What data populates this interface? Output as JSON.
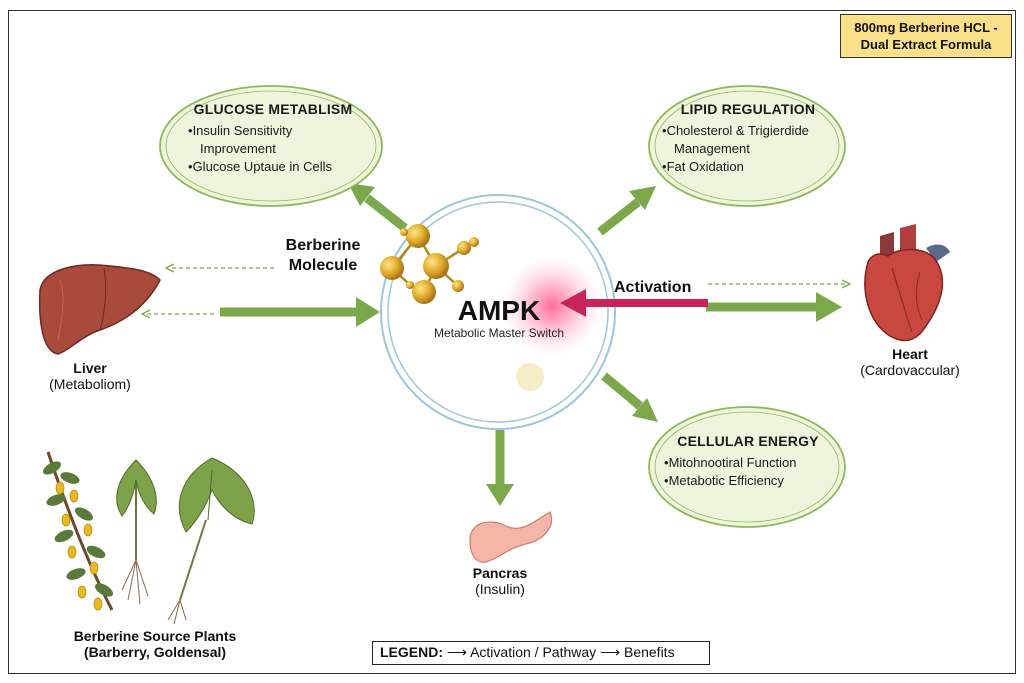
{
  "badge": {
    "line1": "800mg Berberine HCL -",
    "line2": "Dual Extract Formula"
  },
  "center": {
    "title": "AMPK",
    "subtitle": "Metabolic Master Switch"
  },
  "molecule_label": {
    "line1": "Berberine",
    "line2": "Molecule"
  },
  "activation_label": "Activation",
  "ovals": {
    "glucose": {
      "title": "GLUCOSE METABLISM",
      "items": [
        "Insulin Sensitivity",
        "Improvement",
        "Glucose Uptaue in Cells"
      ]
    },
    "lipid": {
      "title": "LIPID REGULATION",
      "items": [
        "Cholesterol & Trigierdide",
        "Management",
        "Fat Oxidation"
      ]
    },
    "energy": {
      "title": "CELLULAR ENERGY",
      "items": [
        "Mitohnootiral Function",
        "Metabotic Efficiency"
      ]
    }
  },
  "organs": {
    "liver": {
      "name": "Liver",
      "desc": "(Metaboliom)"
    },
    "heart": {
      "name": "Heart",
      "desc": "(Cardovaccular)"
    },
    "pancreas": {
      "name": "Pancras",
      "desc": "(Insulin)"
    }
  },
  "plants": {
    "line1": "Berberine Source Plants",
    "line2": "(Barberry, Goldensal)"
  },
  "legend": {
    "title": "LEGEND:",
    "text": "⟶ Activation / Pathway ⟶ Benefits"
  },
  "colors": {
    "arrow_green": "#7ba84a",
    "activation_red": "#c8245a",
    "oval_fill": "#eef5dc",
    "oval_border": "#8fb85a",
    "circle_border": "#9cc6dc",
    "badge_fill": "#fbe08a",
    "liver": "#a84a3c",
    "heart": "#c8473f",
    "pancreas": "#f3b5a6",
    "molecule": "#e0a92a"
  }
}
